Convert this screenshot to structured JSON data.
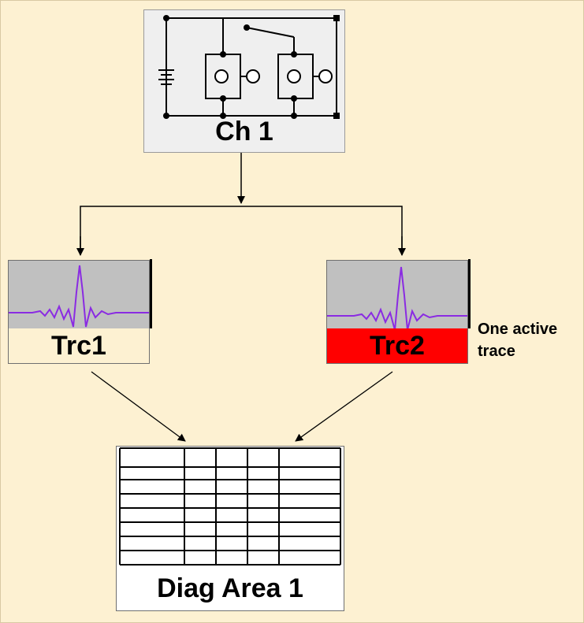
{
  "channel": {
    "label": "Ch 1"
  },
  "traces": [
    {
      "label": "Trc1",
      "active": false
    },
    {
      "label": "Trc2",
      "active": true
    }
  ],
  "annotation": {
    "line1": "One active",
    "line2": "trace"
  },
  "diagram_area": {
    "label": "Diag Area 1"
  },
  "colors": {
    "background": "#fdf1d2",
    "trace_plot_bg": "#c0c0c0",
    "trace_waveform": "#8a2be2",
    "active_trace_bar": "#ff0000"
  }
}
